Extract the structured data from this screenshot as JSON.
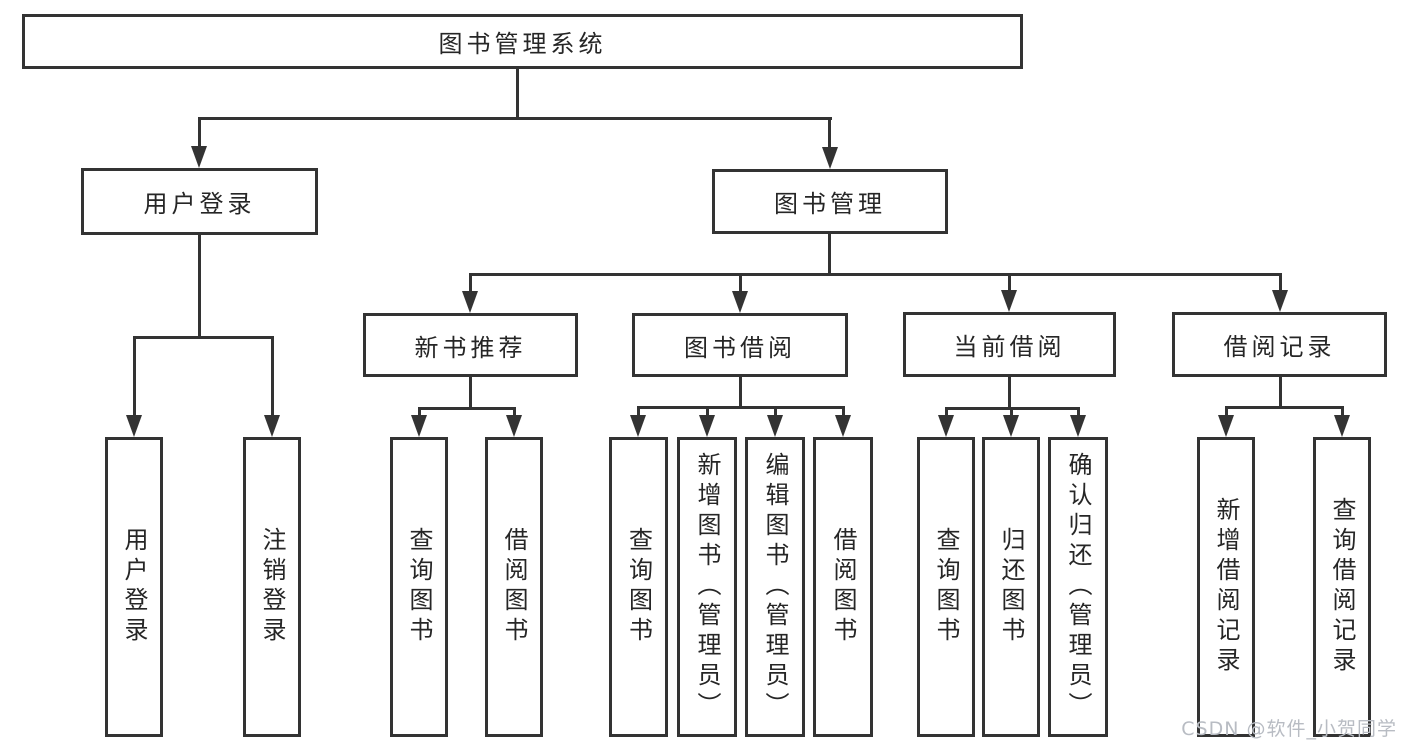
{
  "tree": {
    "root": {
      "label": "图书管理系统"
    },
    "children": [
      {
        "label": "用户登录",
        "children": [
          {
            "label": "用户登录"
          },
          {
            "label": "注销登录"
          }
        ]
      },
      {
        "label": "图书管理",
        "children": [
          {
            "label": "新书推荐",
            "children": [
              {
                "label": "查询图书"
              },
              {
                "label": "借阅图书"
              }
            ]
          },
          {
            "label": "图书借阅",
            "children": [
              {
                "label": "查询图书"
              },
              {
                "label": "新增图书（管理员）"
              },
              {
                "label": "编辑图书（管理员）"
              },
              {
                "label": "借阅图书"
              }
            ]
          },
          {
            "label": "当前借阅",
            "children": [
              {
                "label": "查询图书"
              },
              {
                "label": "归还图书"
              },
              {
                "label": "确认归还（管理员）"
              }
            ]
          },
          {
            "label": "借阅记录",
            "children": [
              {
                "label": "新增借阅记录"
              },
              {
                "label": "查询借阅记录"
              }
            ]
          }
        ]
      }
    ]
  },
  "watermark": {
    "text": "CSDN @软件_小贺同学"
  },
  "colors": {
    "line": "#333333",
    "box_border": "#333333",
    "text": "#262626",
    "watermark": "#b8bcc3",
    "background": "#ffffff"
  }
}
